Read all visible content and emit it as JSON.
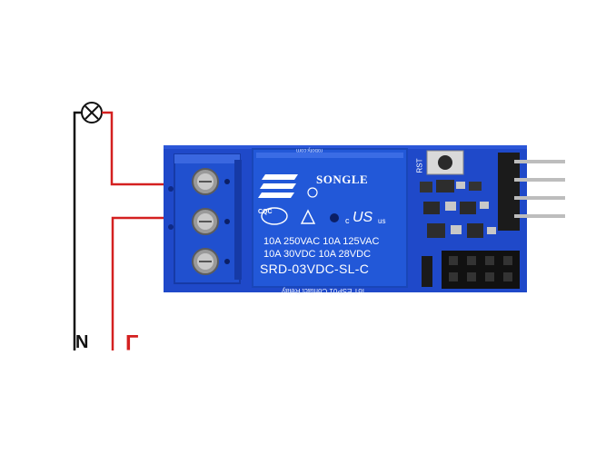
{
  "relay": {
    "brand": "SONGLE",
    "rating_line1": "10A 250VAC 10A 125VAC",
    "rating_line2": "10A   30VDC 10A   28VDC",
    "model": "SRD-03VDC-SL-C",
    "cert_mark": "CQC"
  },
  "board": {
    "button_label": "RST",
    "bottom_silkscreen": "IoT ESP01 Contact Relay",
    "top_silkscreen": "roboty.com"
  },
  "wires": {
    "neutral_label": "N",
    "line_label": "L"
  },
  "colors": {
    "pcb": "#1f49c9",
    "terminal_block": "#2050cf",
    "relay_body": "#2258d8",
    "neutral_wire": "#111111",
    "line_wire": "#d42020"
  },
  "icons": {
    "lamp": "lamp-icon",
    "ul_mark": "ul-certification-icon",
    "warning": "warning-triangle-icon"
  }
}
